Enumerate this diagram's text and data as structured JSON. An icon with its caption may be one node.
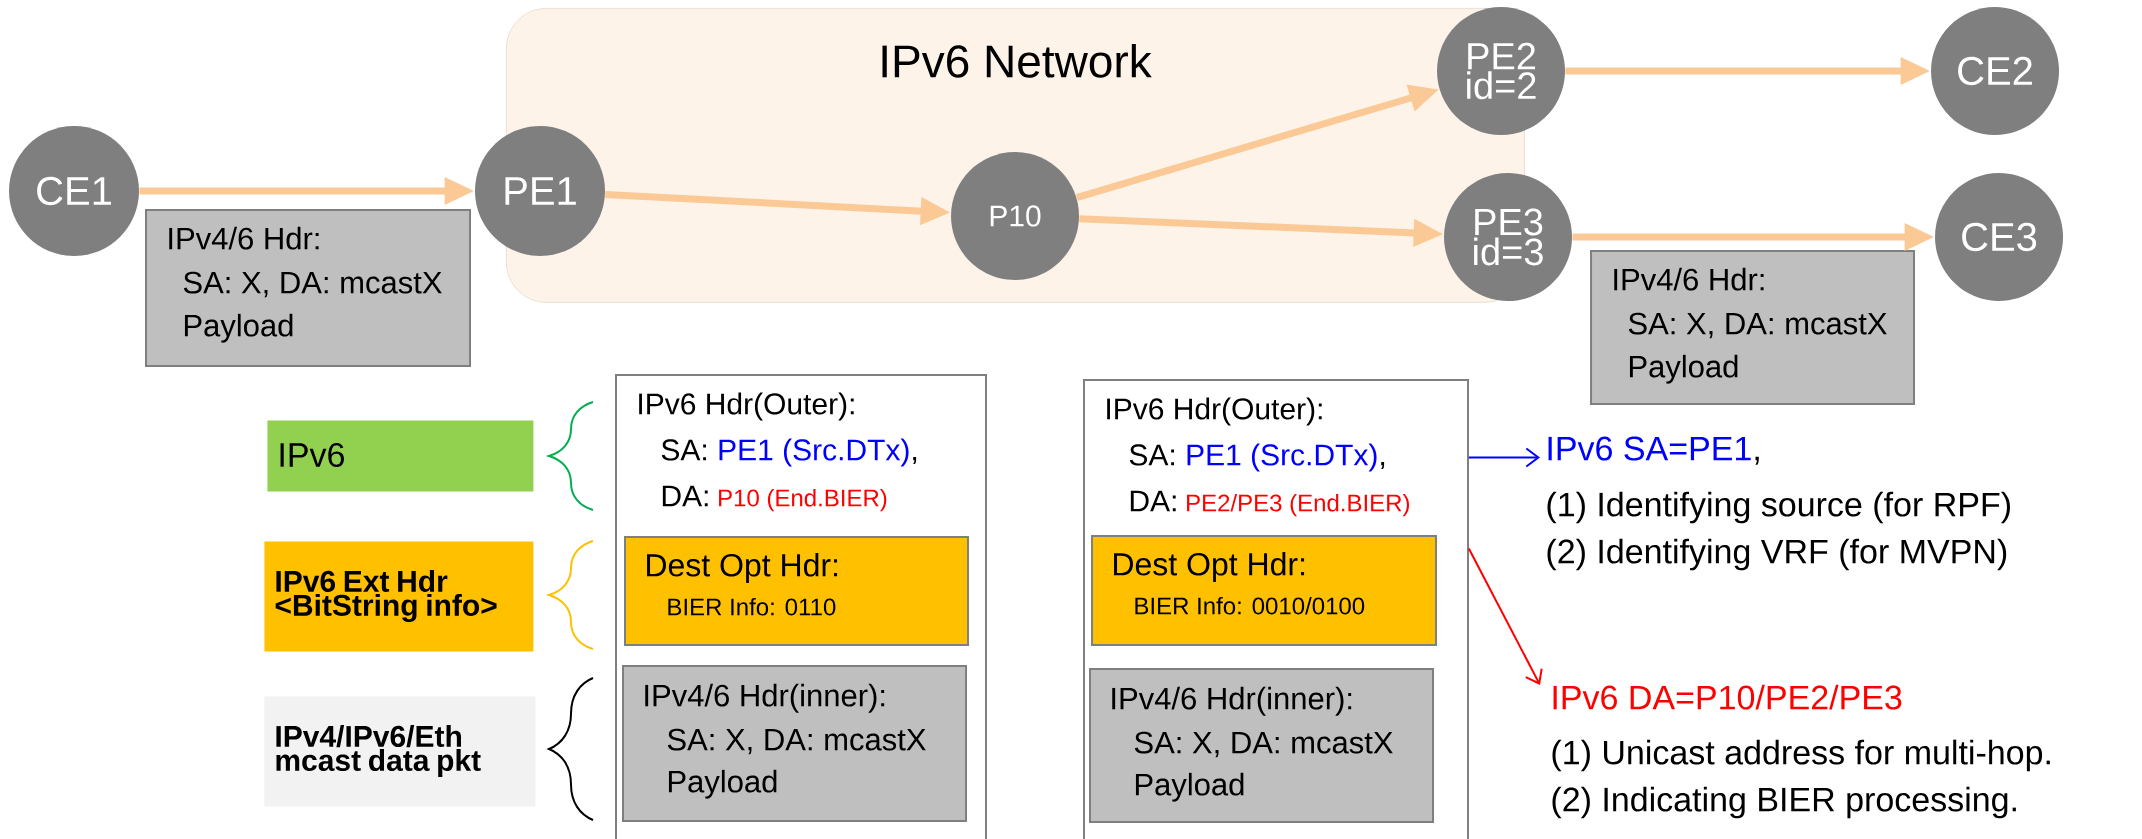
{
  "diagram": {
    "nodes": [
      {
        "text": [
          "IPv6 Network"
        ]
      },
      {
        "text": [
          "CE1"
        ]
      },
      {
        "text": [
          "PE1"
        ]
      },
      {
        "text": [
          "P10"
        ],
        "in": 0
      },
      {
        "text": [
          "PE2 id=2"
        ]
      },
      {
        "text": [
          "PE3 id=3"
        ]
      },
      {
        "text": [
          "CE2"
        ]
      },
      {
        "text": [
          "CE3"
        ]
      },
      {
        "text": [
          "IPv4/6 Hdr:",
          "SA: X, DA: mcastX",
          "Payload"
        ]
      },
      {
        "text": [
          "IPv4/6 Hdr:",
          "SA: X, DA: mcastX",
          "Payload"
        ]
      },
      {
        "text": [
          "IPv6"
        ]
      },
      {
        "text": [
          "IPv6 Ext Hdr <BitString info>"
        ]
      },
      {
        "text": [
          "IPv4/IPv6/Eth mcast data pkt"
        ]
      },
      {
        "text": [
          "IPv6 Hdr(Outer):",
          "SA:",
          "PE1 (Src.DTx)",
          ",",
          "DA:",
          "P10 (End.BIER)"
        ]
      },
      {
        "text": [
          "Dest Opt Hdr:",
          "BIER Info: 0110"
        ],
        "in": 13
      },
      {
        "text": [
          "IPv4/6 Hdr(inner):",
          "SA: X, DA: mcastX",
          "Payload"
        ],
        "in": 13
      },
      {
        "text": [
          "IPv6 Hdr(Outer):",
          "SA:",
          "PE1 (Src.DTx)",
          ",",
          "DA:",
          "PE2/PE3 (End.BIER)"
        ]
      },
      {
        "text": [
          "Dest Opt Hdr:",
          "BIER Info: 0010/0100"
        ],
        "in": 16
      },
      {
        "text": [
          "IPv4/6 Hdr(inner):",
          "SA: X, DA: mcastX",
          "Payload"
        ],
        "in": 16
      },
      {
        "text": [
          "IPv6 SA=PE1",
          ",",
          "(1) Identifying source (for RPF)",
          "(2) Identifying VRF (for MVPN)"
        ]
      },
      {
        "text": [
          "IPv6 DA=P10/PE2/PE3",
          "(1) Unicast address for multi-hop.",
          "(2) Indicating BIER processing."
        ]
      }
    ],
    "edges": [
      {
        "from": 1,
        "to": 2,
        "arrow": "to"
      },
      {
        "from": 2,
        "to": 3,
        "arrow": "to"
      },
      {
        "from": 3,
        "to": 4,
        "arrow": "to"
      },
      {
        "from": 3,
        "to": 5,
        "arrow": "to"
      },
      {
        "from": 4,
        "to": 6,
        "arrow": "to"
      },
      {
        "from": 5,
        "to": 7,
        "arrow": "to"
      },
      {
        "from": 16,
        "to": 19,
        "arrow": "to",
        "color": "#0000ff"
      },
      {
        "from": 16,
        "to": 20,
        "arrow": "to",
        "color": "#ff0000"
      }
    ]
  }
}
